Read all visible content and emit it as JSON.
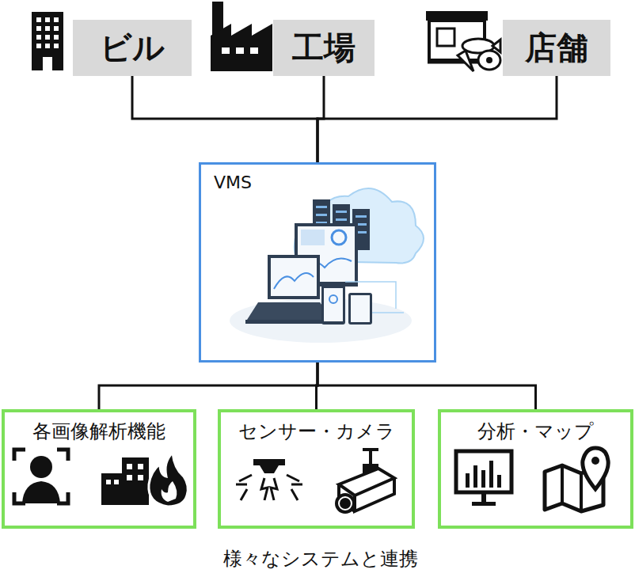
{
  "diagram": {
    "caption": "様々なシステムと連携",
    "nodes": [
      {
        "text": [
          "ビル"
        ]
      },
      {
        "text": [
          "工場"
        ]
      },
      {
        "text": [
          "店舗"
        ]
      },
      {
        "text": [
          "VMS"
        ]
      },
      {
        "text": [
          "各画像解析機能"
        ]
      },
      {
        "text": [
          "センサー・カメラ"
        ]
      },
      {
        "text": [
          "分析・マップ"
        ]
      }
    ],
    "edges": [
      {
        "from": 0,
        "to": 3,
        "arrow": "none"
      },
      {
        "from": 1,
        "to": 3,
        "arrow": "none"
      },
      {
        "from": 2,
        "to": 3,
        "arrow": "none"
      },
      {
        "from": 3,
        "to": 4,
        "arrow": "none"
      },
      {
        "from": 3,
        "to": 5,
        "arrow": "none"
      },
      {
        "from": 3,
        "to": 6,
        "arrow": "none"
      }
    ]
  }
}
